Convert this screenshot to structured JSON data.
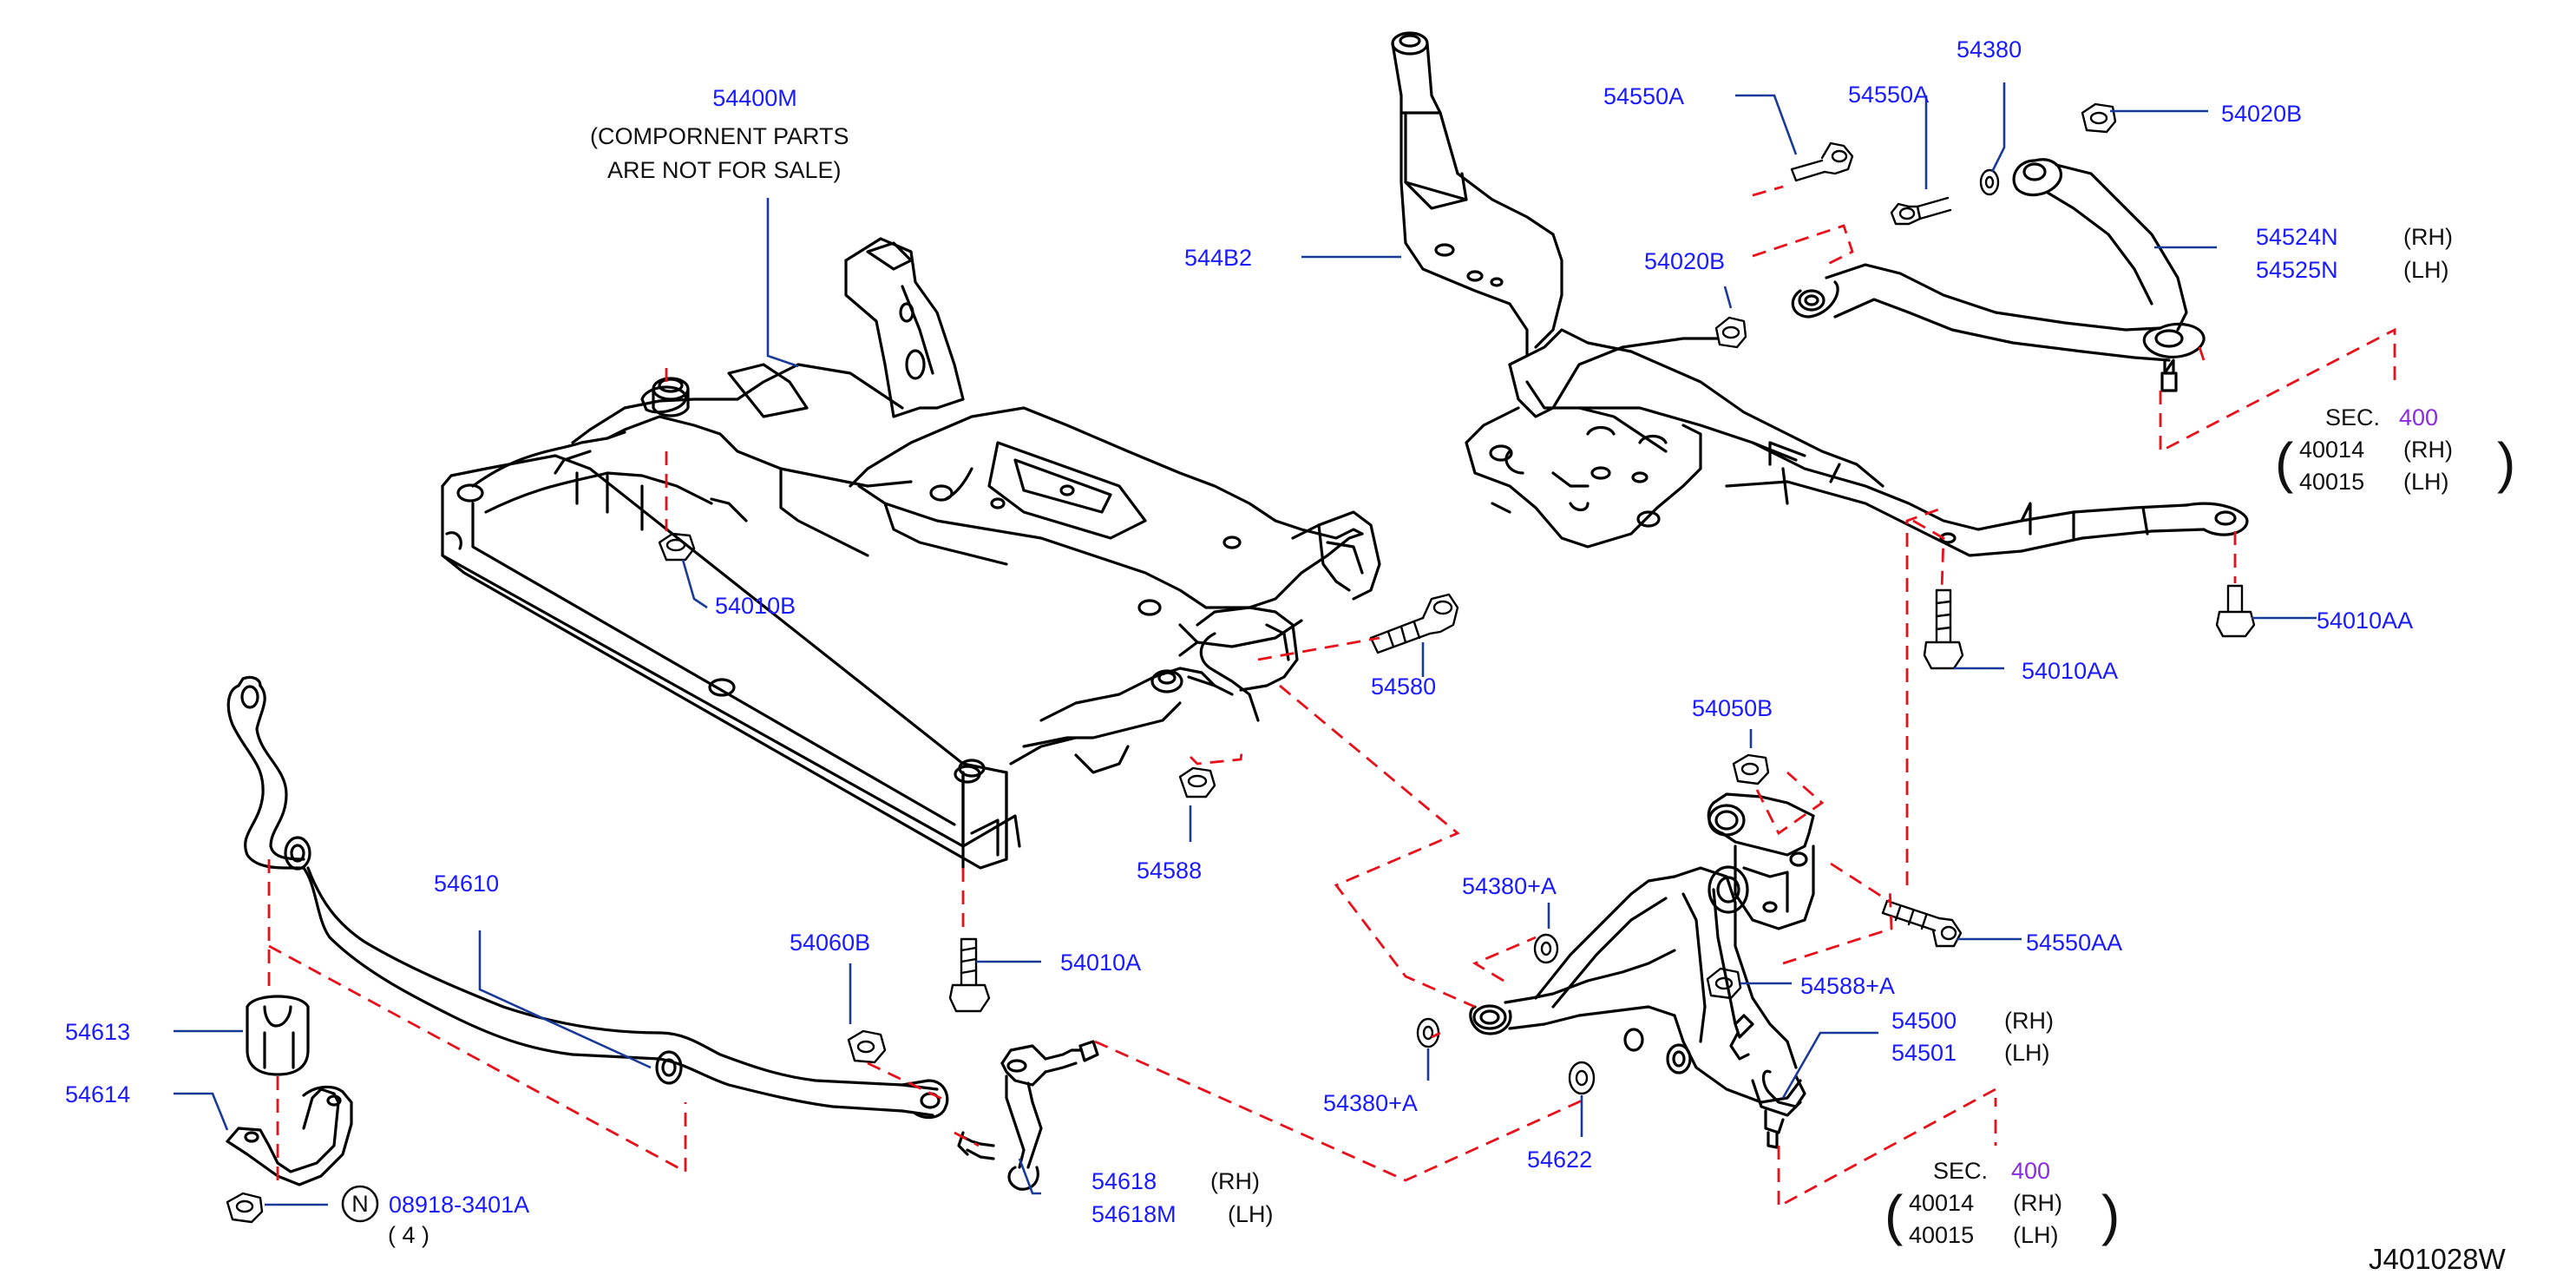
{
  "colors": {
    "callout": "#1a1aff",
    "leader": "#1a3a9a",
    "dashed_link": "#e8101a",
    "section_ref": "#8a2be2",
    "outline": "#000000"
  },
  "parts": {
    "crossmember": {
      "code": "54400M",
      "note_line1": "(COMPORNENT   PARTS",
      "note_line2": "ARE   NOT   FOR   SALE)"
    },
    "bolt_54010B": {
      "code": "54010B"
    },
    "bolt_54580": {
      "code": "54580"
    },
    "nut_54588": {
      "code": "54588"
    },
    "bolt_54010A": {
      "code": "54010A"
    },
    "stabilizer_bar": {
      "code": "54610"
    },
    "bushing": {
      "code": "54613"
    },
    "clamp": {
      "code": "54614"
    },
    "nut_08918": {
      "marker": "N",
      "code": "08918-3401A",
      "qty": "( 4 )"
    },
    "nut_54060B": {
      "code": "54060B"
    },
    "connecting_rod": {
      "code_rh": "54618",
      "side_rh": "(RH)",
      "code_lh": "54618M",
      "side_lh": "(LH)"
    },
    "member_544B2": {
      "code": "544B2"
    },
    "bolt_54550A_left": {
      "code": "54550A"
    },
    "bolt_54550A_right": {
      "code": "54550A"
    },
    "washer_54380": {
      "code": "54380"
    },
    "nut_54020B_top": {
      "code": "54020B"
    },
    "nut_54020B_left": {
      "code": "54020B"
    },
    "upper_link": {
      "code_rh": "54524N",
      "side_rh": "(RH)",
      "code_lh": "54525N",
      "side_lh": "(LH)"
    },
    "bolt_54010AA_mid": {
      "code": "54010AA"
    },
    "bolt_54010AA_right": {
      "code": "54010AA"
    },
    "nut_54050B": {
      "code": "54050B"
    },
    "washer_54380A_top": {
      "code": "54380+A"
    },
    "washer_54380A_bottom": {
      "code": "54380+A"
    },
    "bolt_54550AA": {
      "code": "54550AA"
    },
    "nut_54588A": {
      "code": "54588+A"
    },
    "lower_link": {
      "code_rh": "54500",
      "side_rh": "(RH)",
      "code_lh": "54501",
      "side_lh": "(LH)"
    },
    "washer_54622": {
      "code": "54622"
    }
  },
  "section_refs": [
    {
      "label": "SEC.",
      "number": "400",
      "code_rh": "40014",
      "side_rh": "(RH)",
      "code_lh": "40015",
      "side_lh": "(LH)"
    },
    {
      "label": "SEC.",
      "number": "400",
      "code_rh": "40014",
      "side_rh": "(RH)",
      "code_lh": "40015",
      "side_lh": "(LH)"
    }
  ],
  "brackets": {
    "open": "(",
    "close": ")"
  },
  "illustration_code": "J401028W"
}
